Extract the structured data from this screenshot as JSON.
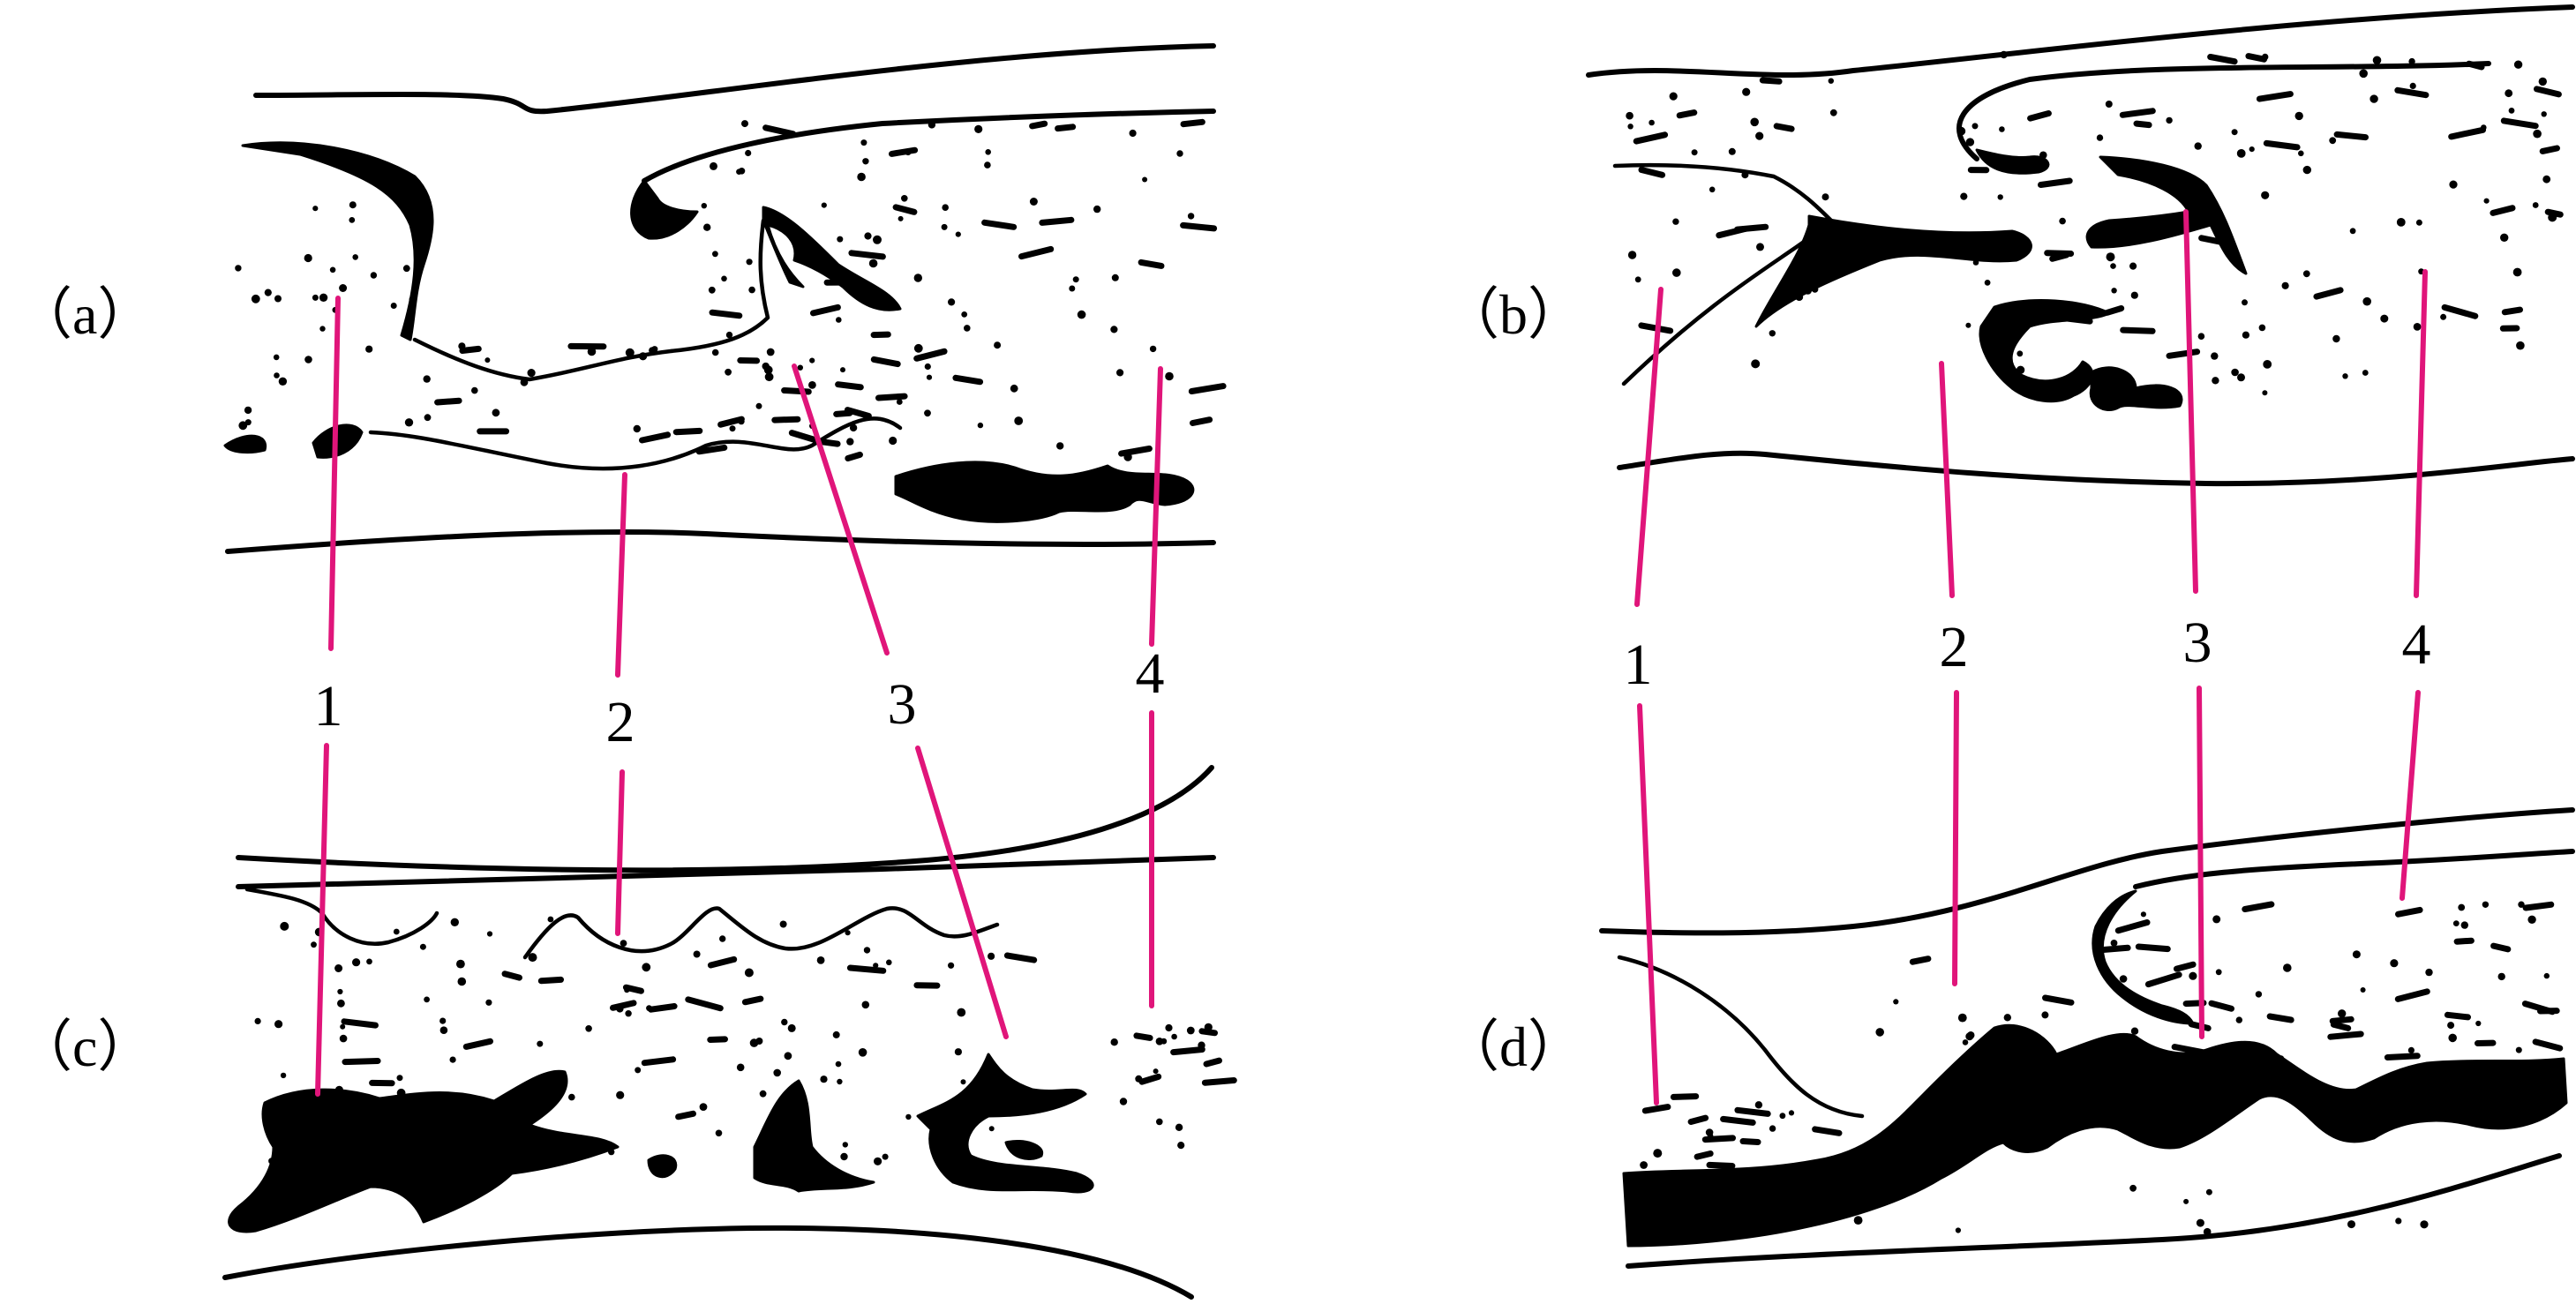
{
  "panels": [
    {
      "id": "a",
      "label": "（a）"
    },
    {
      "id": "b",
      "label": "（b）"
    },
    {
      "id": "c",
      "label": "（c）"
    },
    {
      "id": "d",
      "label": "（d）"
    }
  ],
  "leaders": [
    {
      "group": "left",
      "number": "1"
    },
    {
      "group": "left",
      "number": "2"
    },
    {
      "group": "left",
      "number": "3"
    },
    {
      "group": "left",
      "number": "4"
    },
    {
      "group": "right",
      "number": "1"
    },
    {
      "group": "right",
      "number": "2"
    },
    {
      "group": "right",
      "number": "3"
    },
    {
      "group": "right",
      "number": "4"
    }
  ],
  "colors": {
    "leader": "#e0157a",
    "ink": "#000000",
    "background": "#ffffff"
  }
}
